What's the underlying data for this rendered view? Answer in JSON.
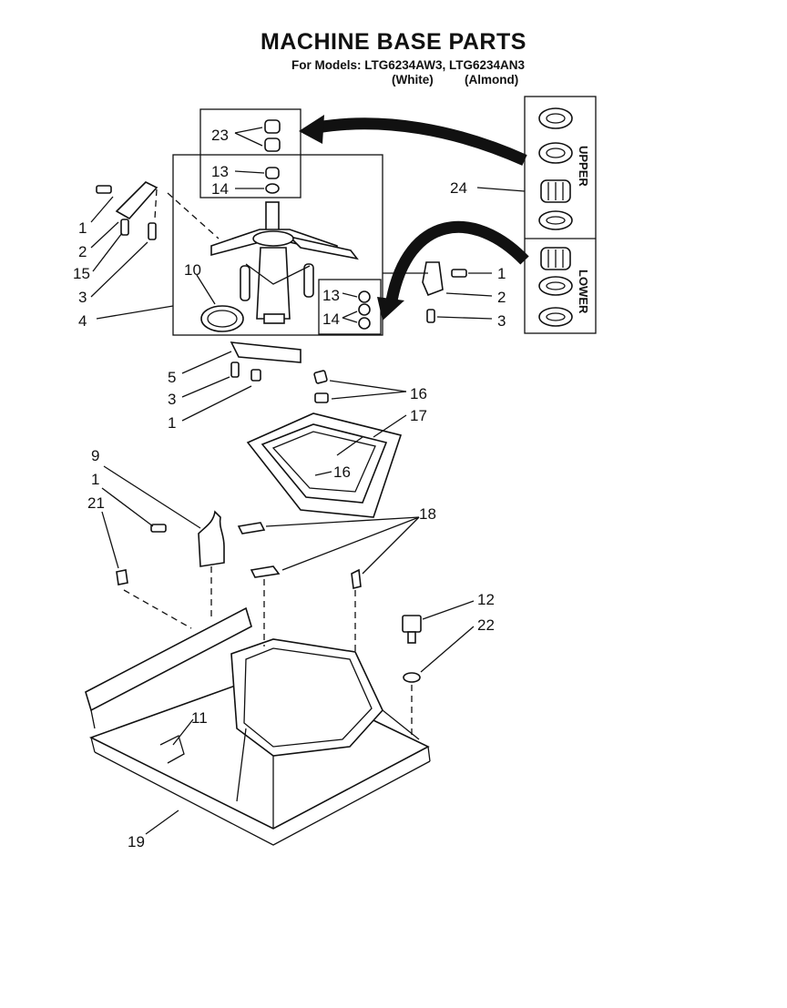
{
  "page": {
    "title": "MACHINE BASE PARTS",
    "models_line": "For Models: LTG6234AW3, LTG6234AN3",
    "finish_white": "(White)",
    "finish_almond": "(Almond)"
  },
  "kit_labels": {
    "upper": "UPPER",
    "lower": "LOWER"
  },
  "callouts": [
    "23",
    "13",
    "14",
    "1",
    "2",
    "15",
    "3",
    "10",
    "4",
    "13",
    "14",
    "1",
    "2",
    "3",
    "24",
    "5",
    "3",
    "1",
    "16",
    "17",
    "16",
    "9",
    "1",
    "21",
    "18",
    "12",
    "22",
    "11",
    "19"
  ]
}
